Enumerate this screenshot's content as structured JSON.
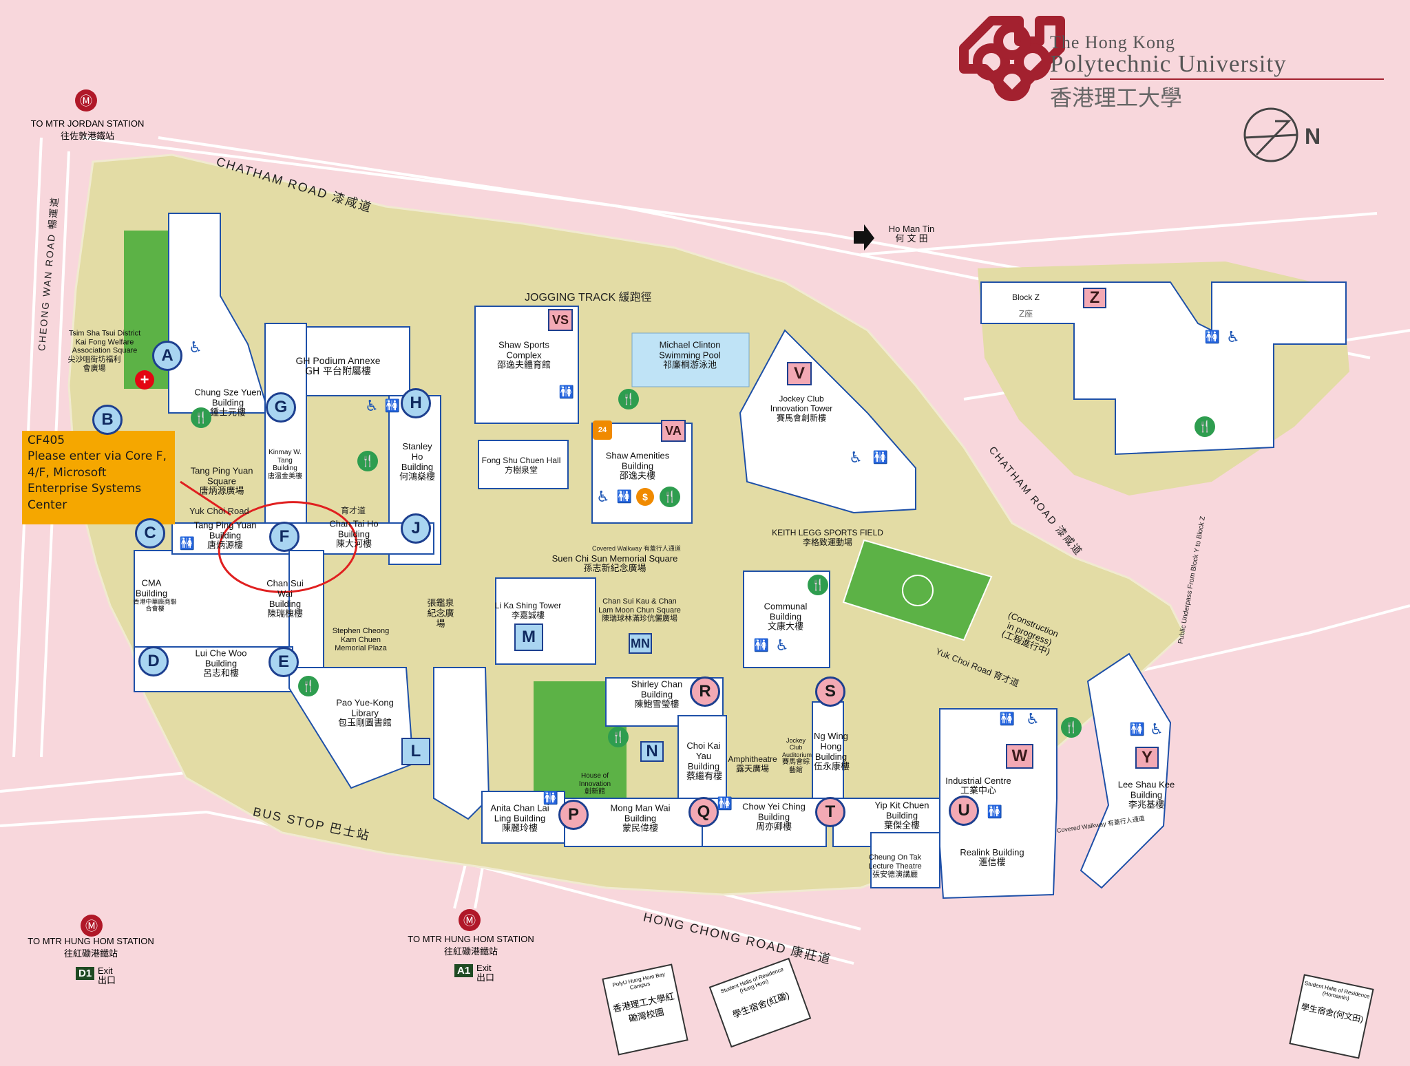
{
  "university": {
    "name_line1": "The Hong Kong",
    "name_line2": "Polytechnic University",
    "name_zh": "香港理工大學"
  },
  "compass": {
    "label": "N"
  },
  "callout": {
    "lines": [
      "CF405",
      "Please enter via Core F,",
      "4/F, Microsoft",
      "Enterprise Systems",
      "Center"
    ]
  },
  "roads": {
    "chatham_top": "CHATHAM ROAD 漆咸道",
    "cheong_wan": "CHEONG WAN ROAD 暢運道",
    "chatham_right": "CHATHAM ROAD 漆咸道",
    "hong_chong": "HONG CHONG ROAD 康莊道",
    "bus_stop": "BUS STOP 巴士站",
    "yuk_choi": "Yuk Choi Road 育才道",
    "yuk_choi_left": "Yuk Choi Road",
    "yuk_choi_mid": "育才道",
    "jogging": "JOGGING TRACK 緩跑徑",
    "ho_man_tin_en": "Ho Man Tin",
    "ho_man_tin_zh": "何 文 田",
    "covered_walkway": "Covered Walkway 有蓋行人通道",
    "covered_walkway_right": "Covered Walkway 有蓋行人通道",
    "underpass": "Public Underpass From Block Y to Block Z"
  },
  "mtr": [
    {
      "en": "TO MTR JORDAN STATION",
      "zh": "往佐敦港鐵站"
    },
    {
      "en": "TO MTR HUNG HOM STATION",
      "zh": "往紅磡港鐵站",
      "exit": "D1",
      "exit_en": "Exit",
      "exit_zh": "出口"
    },
    {
      "en": "TO MTR HUNG HOM STATION",
      "zh": "往紅磡港鐵站",
      "exit": "A1",
      "exit_en": "Exit",
      "exit_zh": "出口"
    }
  ],
  "core_letters": [
    "A",
    "B",
    "C",
    "D",
    "E",
    "F",
    "G",
    "H",
    "J"
  ],
  "pink_letters": [
    "P",
    "Q",
    "R",
    "S",
    "T",
    "U"
  ],
  "square_letters": {
    "blue": [
      "L",
      "M",
      "MN",
      "N"
    ],
    "pink": [
      "VS",
      "VA",
      "V",
      "W",
      "Y",
      "Z"
    ]
  },
  "buildings": {
    "chung_sze_yuen": {
      "en": "Chung Sze Yuen Building",
      "zh": "鍾士元樓"
    },
    "gh_podium": {
      "en": "GH Podium Annexe",
      "zh": "GH 平台附屬樓"
    },
    "kinmay": {
      "en": "Kinmay W. Tang Building",
      "zh": "唐溫金美樓"
    },
    "stanley_ho": {
      "en": "Stanley Ho Building",
      "zh": "何鴻燊樓"
    },
    "tang_ping_yuan_sq": {
      "en": "Tang Ping Yuan Square",
      "zh": "唐炳源廣場"
    },
    "tang_ping_yuan": {
      "en": "Tang Ping Yuan Building",
      "zh": "唐炳源樓"
    },
    "chan_tai_ho": {
      "en": "Chan Tai Ho Building",
      "zh": "陳大河樓"
    },
    "chan_sui_wai": {
      "en": "Chan Sui Wai Building",
      "zh": "陳瑞槐樓"
    },
    "cma": {
      "en": "CMA Building",
      "zh": "香港中華廠商聯合會樓"
    },
    "lui_che_woo": {
      "en": "Lui Che Woo Building",
      "zh": "呂志和樓"
    },
    "stephen_cheong": {
      "en": "Stephen Cheong Kam Chuen Memorial Plaza",
      "zh": ""
    },
    "cheung_kam_chuen_zh": {
      "en": "",
      "zh": "張鑑泉紀念廣場"
    },
    "pao_yue_kong": {
      "en": "Pao Yue-Kong Library",
      "zh": "包玉剛圖書館"
    },
    "tsim_sha_tsui": {
      "en": "Tsim Sha Tsui District Kai Fong Welfare Association Square",
      "zh": "尖沙咀街坊福利會廣場"
    },
    "shaw_sports": {
      "en": "Shaw Sports Complex",
      "zh": "邵逸夫體育館"
    },
    "swimming_pool": {
      "en": "Michael Clinton Swimming Pool",
      "zh": "祁廉桐游泳池"
    },
    "jockey_innovation": {
      "en": "Jockey Club Innovation Tower",
      "zh": "賽馬會創新樓"
    },
    "fong_shu_chuen": {
      "en": "Fong Shu Chuen Hall",
      "zh": "方樹泉堂"
    },
    "shaw_amenities": {
      "en": "Shaw Amenities Building",
      "zh": "邵逸夫樓"
    },
    "keith_legg": {
      "en": "KEITH LEGG SPORTS FIELD",
      "zh": "李格致運動場"
    },
    "suen_chi_sun": {
      "en": "Suen Chi Sun Memorial Square",
      "zh": "孫志新紀念廣場"
    },
    "li_ka_shing": {
      "en": "Li Ka Shing Tower",
      "zh": "李嘉誠樓"
    },
    "chan_sui_kau": {
      "en": "Chan Sui Kau & Chan Lam Moon Chun Square",
      "zh": "陳瑞球林滿珍伉儷廣場"
    },
    "communal": {
      "en": "Communal Building",
      "zh": "文康大樓"
    },
    "construction": {
      "en": "(Construction in progress)",
      "zh": "(工程進行中)"
    },
    "shirley_chan": {
      "en": "Shirley Chan Building",
      "zh": "陳鮑雪瑩樓"
    },
    "choi_kai_yau": {
      "en": "Choi Kai Yau Building",
      "zh": "蔡繼有樓"
    },
    "amphitheatre": {
      "en": "Amphitheatre",
      "zh": "露天廣場"
    },
    "jockey_auditorium": {
      "en": "Jockey Club Auditorium",
      "zh": "賽馬會綜藝館"
    },
    "ng_wing_hong": {
      "en": "Ng Wing Hong Building",
      "zh": "伍永康樓"
    },
    "industrial_centre": {
      "en": "Industrial Centre",
      "zh": "工業中心"
    },
    "lee_shau_kee": {
      "en": "Lee Shau Kee Building",
      "zh": "李兆基樓"
    },
    "house_innovation": {
      "en": "House of Innovation",
      "zh": "創新館"
    },
    "anita_chan": {
      "en": "Anita Chan Lai Ling Building",
      "zh": "陳麗玲樓"
    },
    "mong_man_wai": {
      "en": "Mong Man Wai Building",
      "zh": "蒙民偉樓"
    },
    "chow_yei_ching": {
      "en": "Chow Yei Ching Building",
      "zh": "周亦卿樓"
    },
    "yip_kit_chuen": {
      "en": "Yip Kit Chuen Building",
      "zh": "葉傑全樓"
    },
    "realink": {
      "en": "Realink Building",
      "zh": "滙信樓"
    },
    "cheung_on_tak": {
      "en": "Cheung On Tak Lecture Theatre",
      "zh": "張安德演講廳"
    },
    "block_z": {
      "en": "Block Z",
      "zh": "Z座"
    }
  },
  "off_campus": [
    {
      "en": "PolyU Hung Hom Bay Campus",
      "zh": "香港理工大學紅磡灣校園"
    },
    {
      "en": "Student Halls of Residence (Hung Hom)",
      "zh": "學生宿舍(紅磡)"
    },
    {
      "en": "Student Halls of Residence (Homantin)",
      "zh": "學生宿舍(何文田)"
    }
  ],
  "colors": {
    "background": "#f8d7dc",
    "campus": "#e3dca5",
    "building": "#ffffff",
    "building_side": "#1e50a8",
    "green_field": "#5cb246",
    "callout": "#f5a700",
    "highlight_ring": "#e02020",
    "logo": "#a3212f"
  },
  "icons": [
    "mtr-icon",
    "first-aid-icon",
    "restaurant-icon",
    "toilet-icon",
    "wheelchair-icon",
    "atm-icon",
    "24-hour-icon",
    "arrow-icon",
    "compass-icon"
  ]
}
